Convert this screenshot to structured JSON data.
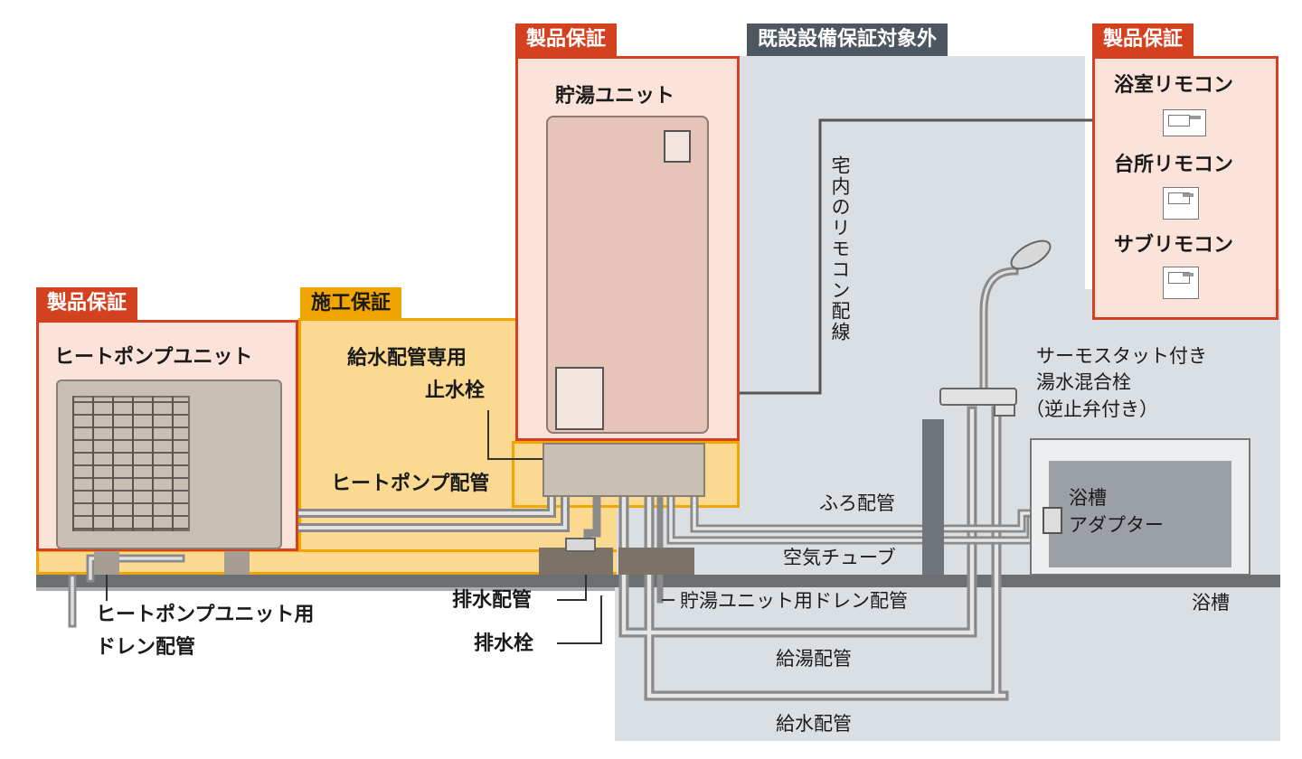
{
  "zones": {
    "product_a": {
      "tag": "製品保証",
      "title": "ヒートポンプユニット"
    },
    "construction": {
      "tag": "施工保証",
      "stop_valve_line1": "給水配管専用",
      "stop_valve_line2": "止水栓",
      "hp_pipe": "ヒートポンプ配管"
    },
    "product_b": {
      "tag": "製品保証",
      "title": "貯湯ユニット"
    },
    "existing": {
      "tag": "既設設備保証対象外"
    },
    "product_c": {
      "tag": "製品保証",
      "remote1": "浴室リモコン",
      "remote2": "台所リモコン",
      "remote3": "サブリモコン"
    }
  },
  "labels": {
    "remote_wiring": "宅内のリモコン配線",
    "mixer_line1": "サーモスタット付き",
    "mixer_line2": "湯水混合栓",
    "mixer_line3": "（逆止弁付き）",
    "bath_adapter_line1": "浴槽",
    "bath_adapter_line2": "アダプター",
    "bath_pipe": "ふろ配管",
    "air_tube": "空気チューブ",
    "bathtub": "浴槽",
    "tank_drain": "貯湯ユニット用ドレン配管",
    "hot_supply": "給湯配管",
    "water_supply": "給水配管",
    "drain_pipe": "排水配管",
    "drain_plug": "排水栓",
    "hp_drain_line1": "ヒートポンプユニット用",
    "hp_drain_line2": "ドレン配管"
  },
  "colors": {
    "warranty_red": "#d4411f",
    "red_fill": "#fbe3d9",
    "construction_orange": "#f0a500",
    "orange_fill": "#fbd991",
    "existing_gray": "#4d5761",
    "gray_fill": "#d9dfe3",
    "tank_body": "#e6c5b8"
  }
}
